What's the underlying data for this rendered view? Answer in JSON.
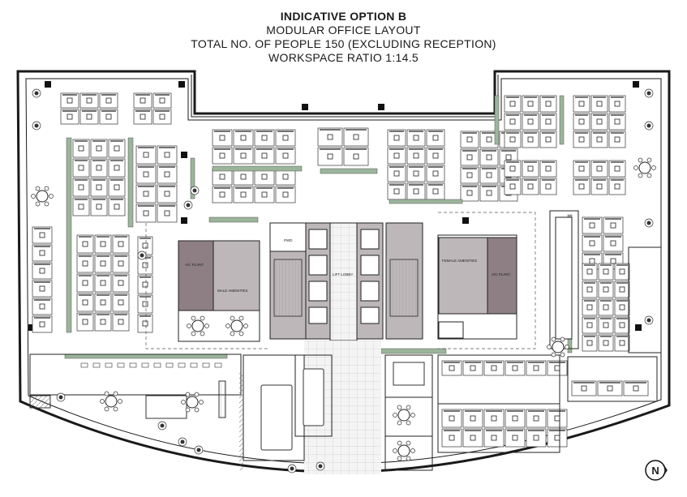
{
  "title": {
    "line1": "INDICATIVE OPTION B",
    "line2": "MODULAR OFFICE LAYOUT",
    "line3": "TOTAL NO. OF PEOPLE 150 (EXCLUDING RECEPTION)",
    "line4": "WORKSPACE RATIO 1:14.5"
  },
  "rooms": {
    "ac_plant_west": "A/C PLANT",
    "male_amenities": "MALE AMENITIES",
    "pwd": "PWD",
    "lift_lobby": "LIFT LOBBY",
    "female_amenities": "FEMALE AMENITIES",
    "ac_plant_east": "A/C PLANT"
  },
  "north": "N",
  "colors": {
    "plant_fill": "#8d7f84",
    "core_fill": "#bdb7b9",
    "planter": "#9bb59b",
    "line": "#1a1a1a"
  },
  "icons": [
    "north-arrow-icon"
  ]
}
